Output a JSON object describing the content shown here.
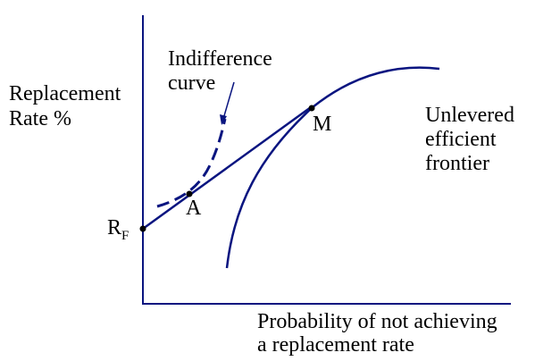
{
  "diagram": {
    "y_axis_label": [
      "Replacement",
      "Rate %"
    ],
    "x_axis_label": [
      "Probability of not achieving",
      "a replacement rate"
    ],
    "indifference_label": [
      "Indifference",
      "curve"
    ],
    "frontier_label": [
      "Unlevered",
      "efficient",
      "frontier"
    ],
    "points": {
      "rf_main": "R",
      "rf_sub": "F",
      "a": "A",
      "m": "M"
    },
    "colors": {
      "curve": "#0a1580",
      "axis": "#0a1580",
      "text": "#000000",
      "point": "#000000"
    }
  }
}
